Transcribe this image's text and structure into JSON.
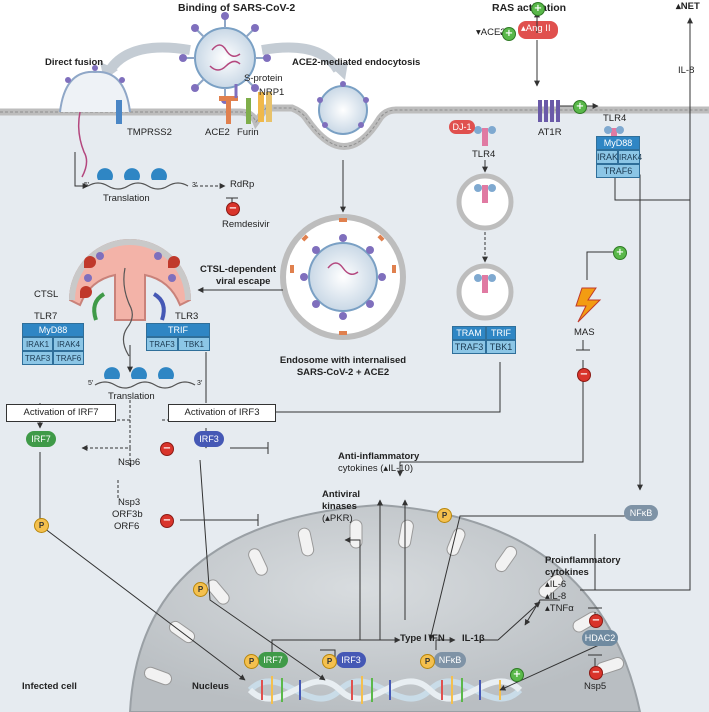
{
  "labels": {
    "binding_title": "Binding of SARS-CoV-2",
    "direct_fusion": "Direct fusion",
    "ace2_endocytosis": "ACE2-mediated endocytosis",
    "ras_activation": "RAS activation",
    "s_protein": "S-protein",
    "nrp1": "NRP1",
    "tmprss2": "TMPRSS2",
    "ace2": "ACE2",
    "furin": "Furin",
    "ace2_down": "▾ACE2",
    "ang2": "▴Ang II",
    "at1r": "AT1R",
    "tlr4_top": "TLR4",
    "net": "▴NET",
    "il8_vert": "IL-8",
    "dj1": "DJ-1",
    "tlr4_mid": "TLR4",
    "translation_top": "Translation",
    "rdrp": "RdRp",
    "remdesivir": "Remdesivir",
    "ctsl_escape_1": "CTSL-dependent",
    "ctsl_escape_2": "viral escape",
    "ctsl": "CTSL",
    "tlr7": "TLR7",
    "tlr3": "TLR3",
    "endosome_1": "Endosome with internalised",
    "endosome_2": "SARS-CoV-2 + ACE2",
    "mas": "MAS",
    "translation_bottom": "Translation",
    "activation_irf7": "Activation of IRF7",
    "activation_irf3": "Activation of IRF3",
    "nsp6": "Nsp6",
    "nsp3": "Nsp3",
    "orf3b": "ORF3b",
    "orf6": "ORF6",
    "anti_inflam_1": "Anti-inflammatory",
    "anti_inflam_2": "cytokines (▴IL-10)",
    "antiviral_1": "Antiviral",
    "antiviral_2": "kinases",
    "antiviral_3": "(▴PKR)",
    "proinflam_1": "Proinflammatory",
    "proinflam_2": "cytokines",
    "il6": "▴IL-6",
    "il8": "▴IL-8",
    "tnfa": "▴TNFα",
    "type1_ifn": "Type I IFN",
    "il1b": "IL-1β",
    "infected_cell": "Infected cell",
    "nucleus": "Nucleus",
    "nsp5": "Nsp5",
    "p": "P",
    "plus": "+",
    "minus": "−",
    "rna_5": "5′",
    "rna_3": "3′"
  },
  "boxes": {
    "myd88_top": "MyD88",
    "irak1_top": "IRAK1",
    "irak4_top": "IRAK4",
    "traf6_top": "TRAF6",
    "tram": "TRAM",
    "trif_mid": "TRIF",
    "traf3_mid": "TRAF3",
    "tbk1_mid": "TBK1",
    "myd88_left": "MyD88",
    "irak1_left": "IRAK1",
    "irak4_left": "IRAK4",
    "traf3_left": "TRAF3",
    "traf6_left": "TRAF6",
    "trif_left": "TRIF",
    "traf3_tlr3": "TRAF3",
    "tbk1_tlr3": "TBK1"
  },
  "pills": {
    "irf7": "IRF7",
    "irf3": "IRF3",
    "nfkb": "NFκB",
    "hdac2": "HDAC2",
    "irf7_dna": "IRF7",
    "irf3_dna": "IRF3",
    "nfkb_dna": "NFκB"
  },
  "colors": {
    "cytoplasm": "#e6ebf0",
    "membrane": "#c9c9c9",
    "irf7": "#3f9a48",
    "irf3": "#4558b5",
    "nfkb": "#7f93a6",
    "hdac2": "#6f8aa0",
    "ang2": "#e0504e",
    "plus": "#5ab84a",
    "minus": "#d9342b",
    "phospho": "#f4c04e"
  }
}
